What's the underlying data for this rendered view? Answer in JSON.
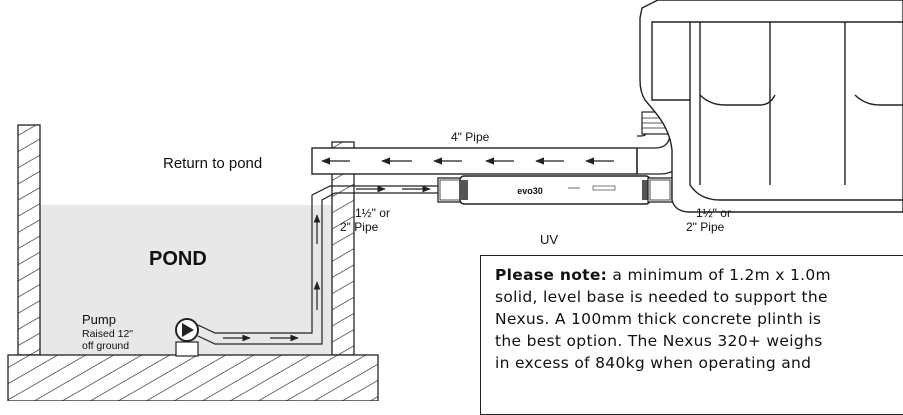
{
  "labels": {
    "return_to_pond": "Return to pond",
    "four_inch_pipe": "4\" Pipe",
    "pipe_left_line1": "1½\" or",
    "pipe_left_line2": "2\" Pipe",
    "pipe_right_line1": "1½\" or",
    "pipe_right_line2": "2\" Pipe",
    "uv": "UV",
    "pond": "POND",
    "pump": "Pump",
    "pump_raised_line1": "Raised 12\"",
    "pump_raised_line2": "off ground",
    "uv_unit_brand": "evo30"
  },
  "note": {
    "lead": "Please note:",
    "line1": " a minimum of 1.2m x 1.0m",
    "line2": "solid, level base is needed to support the",
    "line3": "Nexus. A 100mm thick concrete plinth is",
    "line4": "the best option. The Nexus 320+ weighs",
    "line5": "in excess of 840kg when operating and"
  }
}
